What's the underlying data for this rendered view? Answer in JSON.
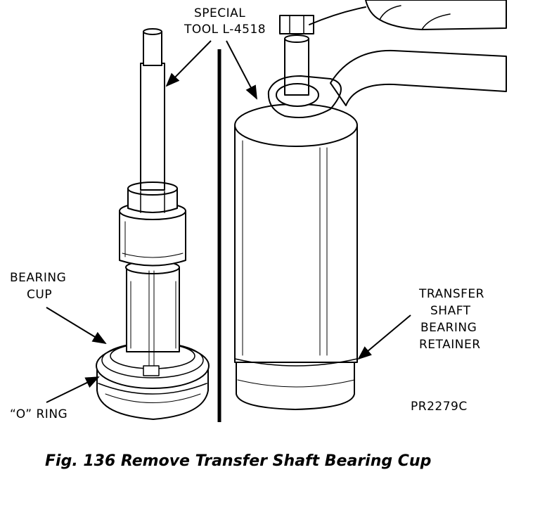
{
  "labels": {
    "special_tool_line1": "SPECIAL",
    "special_tool_line2": "TOOL L-4518",
    "bearing_cup_line1": "BEARING",
    "bearing_cup_line2": "CUP",
    "o_ring": "“O” RING",
    "retainer_line1": "TRANSFER",
    "retainer_line2": "SHAFT",
    "retainer_line3": "BEARING",
    "retainer_line4": "RETAINER",
    "figure_code": "PR2279C"
  },
  "caption": "Fig. 136 Remove Transfer Shaft Bearing Cup"
}
